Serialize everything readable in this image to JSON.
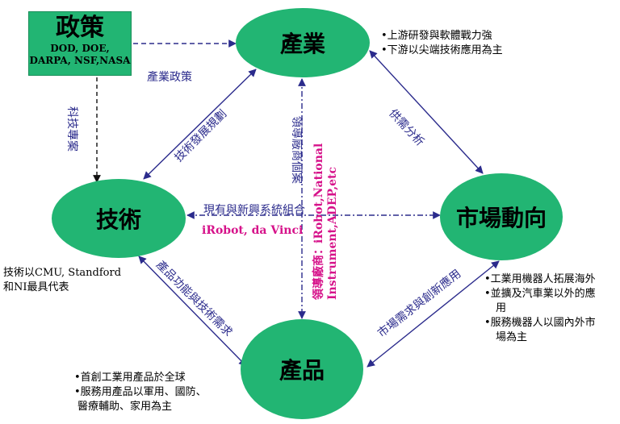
{
  "policy": {
    "title": "政策",
    "line1": "DOD, DOE,",
    "line2": "DARPA, NSF,NASA"
  },
  "nodes": {
    "industry": "產業",
    "technology": "技術",
    "market": "市場動向",
    "product": "產品"
  },
  "edges": {
    "industrial_policy": "產業政策",
    "tech_projects": "科技專案",
    "tech_development_planning": "技術發展規劃",
    "supply_demand_analysis": "供需分析",
    "leading_vendor_cases": "領導廠商個案",
    "system_integration": "現有與新興系統組合",
    "system_integration_examples": "iRobot, da Vinci",
    "leading_vendors_line1": "領導廠商：iRobot,National",
    "leading_vendors_line2": "Instrument,ADEP,etc",
    "product_function_tech_demand": "產品功能與技術需求",
    "market_demand_innovation": "市場需求與創新應用"
  },
  "notes": {
    "industry": [
      "•上游研發與軟體戰力強",
      "•下游以尖端技術應用為主"
    ],
    "technology": [
      "技術以CMU, Standford",
      "和NI最具代表"
    ],
    "market": [
      "•工業用機器人拓展海外",
      "•並擴及汽車業以外的應",
      "用",
      "•服務機器人以國內外市",
      "場為主"
    ],
    "product": [
      "•首創工業用產品於全球",
      "•服務用產品以軍用、國防、",
      "醫療輔助、家用為主"
    ]
  },
  "colors": {
    "node_fill": "#22b573",
    "arrow": "#2b2b8c",
    "highlight_text": "#d6128a"
  }
}
